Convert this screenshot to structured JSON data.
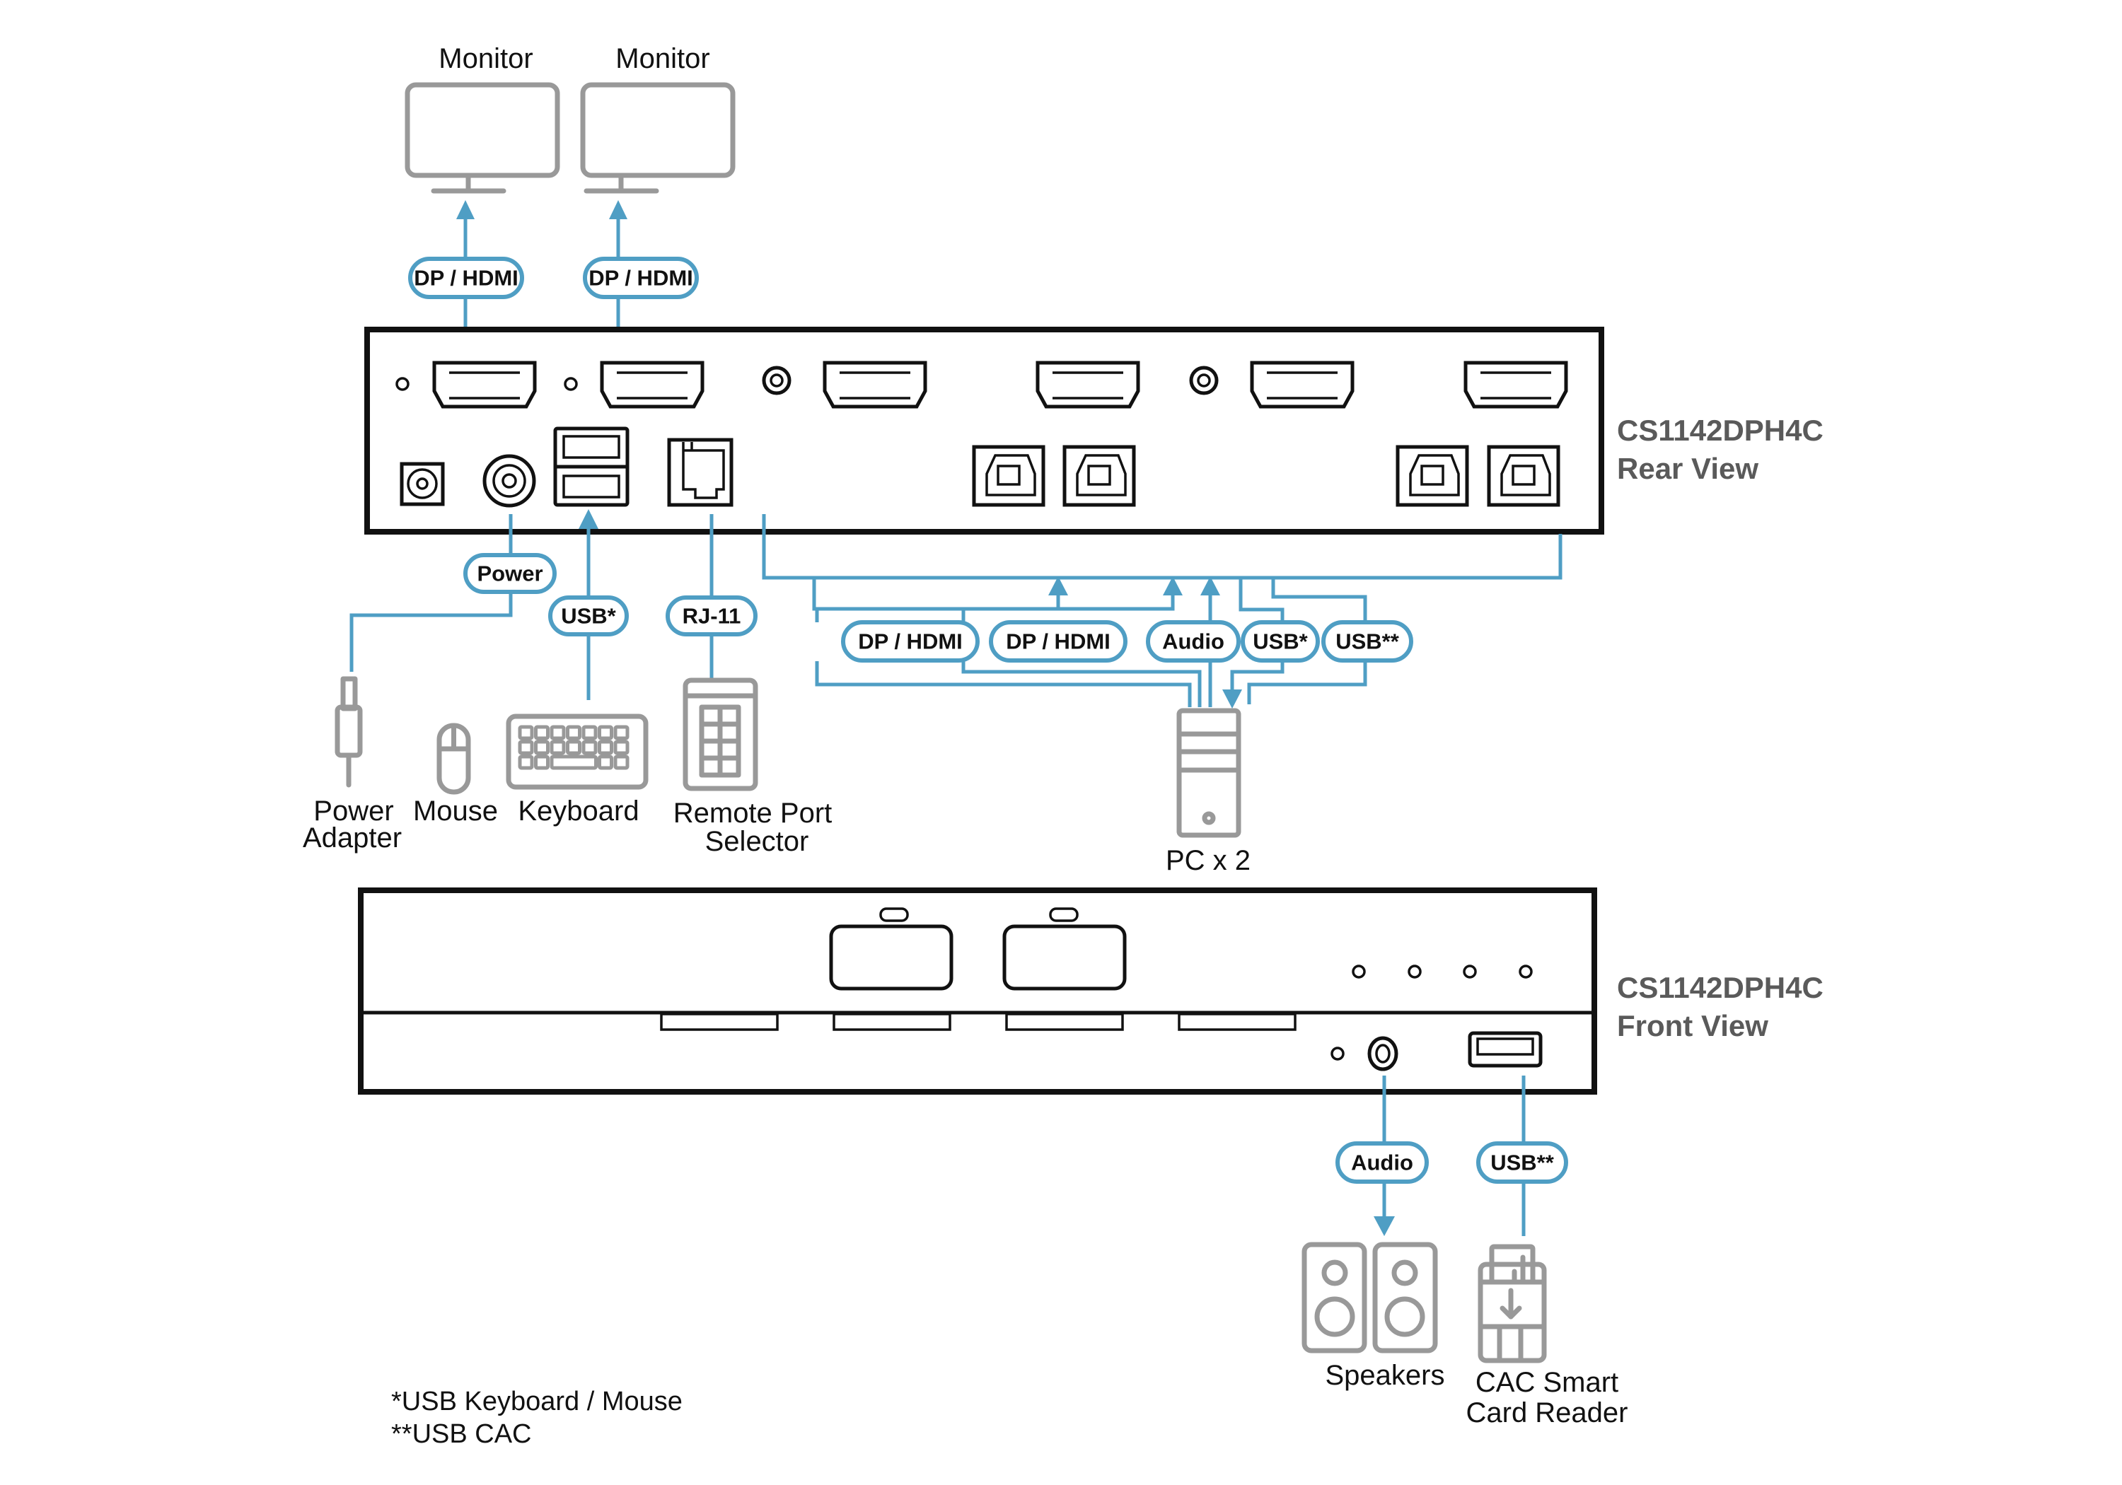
{
  "colors": {
    "wire": "#4f9ec4",
    "icon": "#999999",
    "chassis": "#111111",
    "title": "#5a5a5a"
  },
  "rear": {
    "title_line1": "CS1142DPH4C",
    "title_line2": "Rear View"
  },
  "front": {
    "title_line1": "CS1142DPH4C",
    "title_line2": "Front View"
  },
  "monitors": [
    {
      "label": "Monitor",
      "cable": "DP / HDMI"
    },
    {
      "label": "Monitor",
      "cable": "DP / HDMI"
    }
  ],
  "rear_cables": {
    "power": "Power",
    "usb_console": "USB*",
    "rj11": "RJ-11",
    "pc_video_1": "DP / HDMI",
    "pc_video_2": "DP / HDMI",
    "pc_audio": "Audio",
    "pc_usb": "USB*",
    "pc_usb_cac": "USB**"
  },
  "rear_devices": {
    "power_adapter_1": "Power",
    "power_adapter_2": "Adapter",
    "mouse": "Mouse",
    "keyboard": "Keyboard",
    "remote_1": "Remote Port",
    "remote_2": "Selector",
    "pc": "PC x 2"
  },
  "front_cables": {
    "audio": "Audio",
    "usb_cac": "USB**"
  },
  "front_devices": {
    "speakers": "Speakers",
    "cac_1": "CAC Smart",
    "cac_2": "Card Reader"
  },
  "footnotes": [
    "*USB Keyboard / Mouse",
    "**USB CAC"
  ]
}
